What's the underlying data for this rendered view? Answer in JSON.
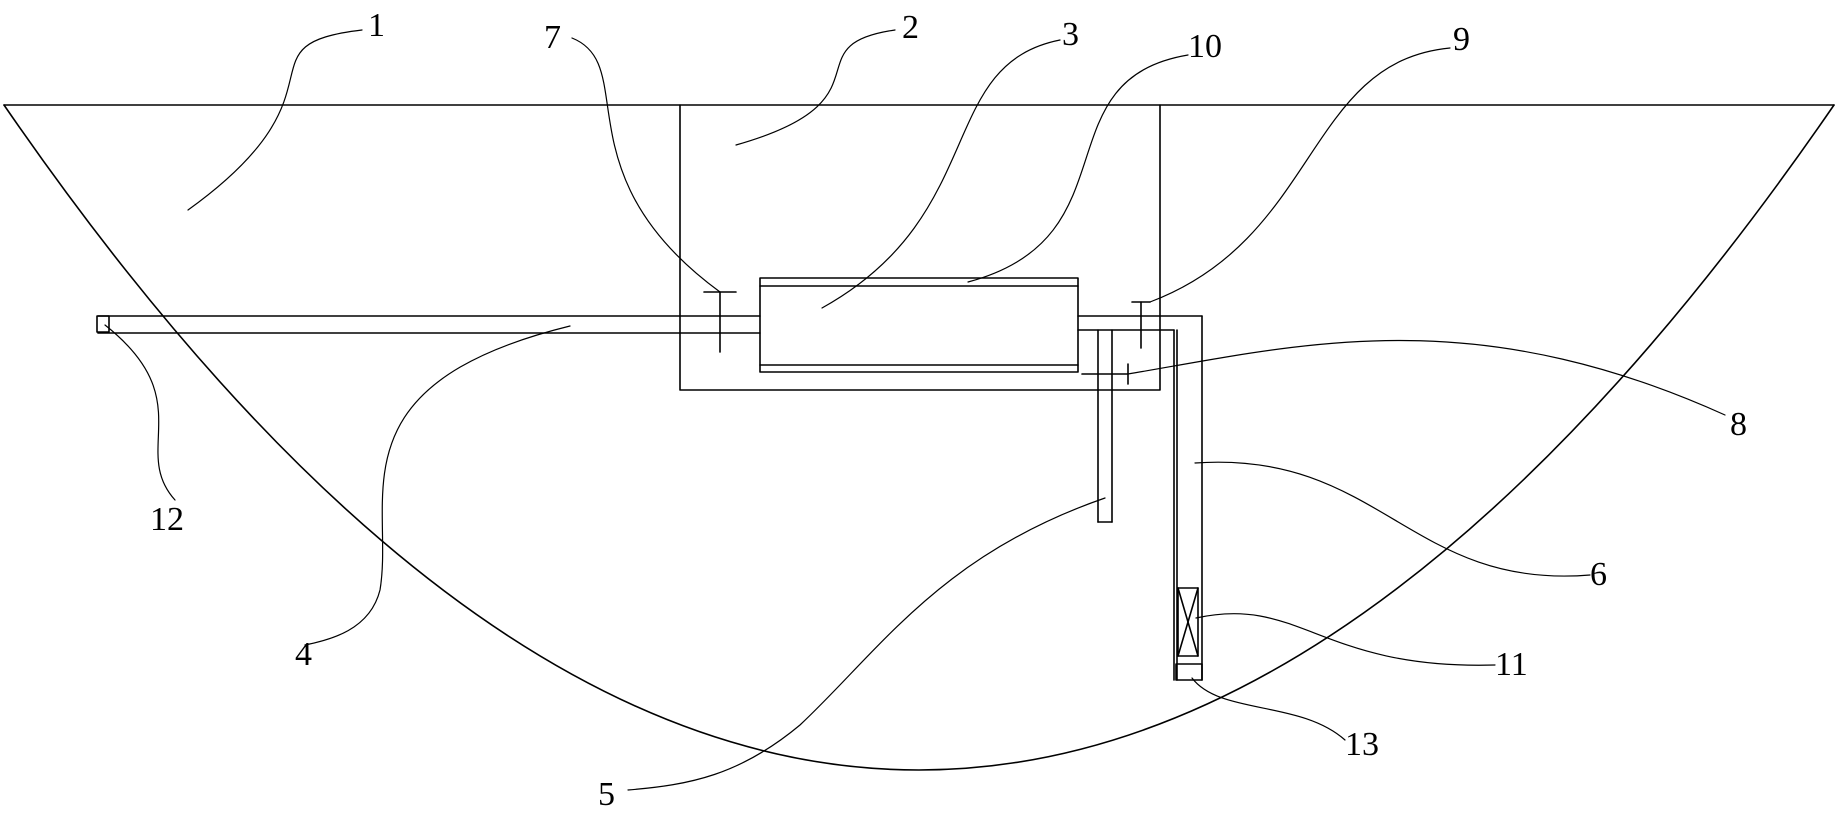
{
  "labels": {
    "l1": "1",
    "l2": "2",
    "l3": "3",
    "l4": "4",
    "l5": "5",
    "l6": "6",
    "l7": "7",
    "l8": "8",
    "l9": "9",
    "l10": "10",
    "l11": "11",
    "l12": "12",
    "l13": "13"
  },
  "colors": {
    "stroke": "#000000",
    "background": "#ffffff"
  }
}
